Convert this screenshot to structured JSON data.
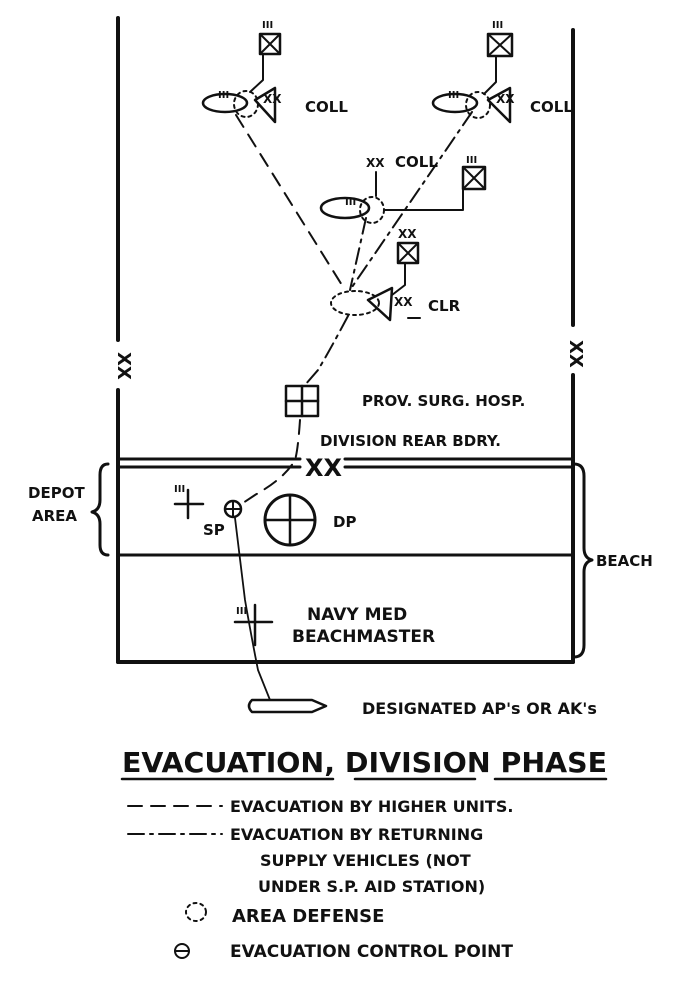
{
  "boundary_marks": {
    "left": "XX",
    "right": "XX",
    "rear": "XX"
  },
  "unit_marks": {
    "regiment": "III",
    "division": "XX",
    "battalion": "III"
  },
  "labels": {
    "coll": "COLL",
    "clr": "CLR",
    "prov_surg_hosp": "PROV. SURG. HOSP.",
    "division_rear_bdry": "DIVISION REAR BDRY.",
    "depot_area_line1": "DEPOT",
    "depot_area_line2": "AREA",
    "sp": "SP",
    "dp": "DP",
    "beach": "BEACH",
    "navy_med": "NAVY MED",
    "beachmaster": "BEACHMASTER",
    "designated_ships": "DESIGNATED AP's OR AK's"
  },
  "title": "EVACUATION, DIVISION PHASE",
  "legend": {
    "higher_units": "EVACUATION BY HIGHER UNITS.",
    "returning_supply_line1": "EVACUATION BY RETURNING",
    "returning_supply_line2": "SUPPLY VEHICLES (NOT",
    "returning_supply_line3": "UNDER S.P. AID STATION)",
    "area_defense": "AREA DEFENSE",
    "control_point": "EVACUATION CONTROL POINT"
  }
}
